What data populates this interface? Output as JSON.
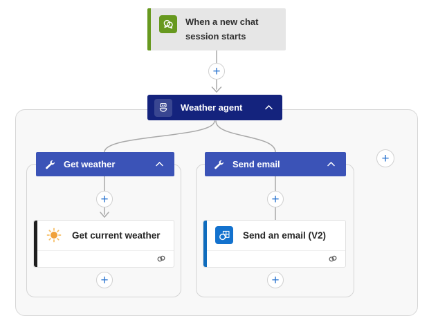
{
  "colors": {
    "navy": "#14237d",
    "royal": "#3b53b7",
    "green": "#67991f",
    "outlook": "#0f6cbd",
    "outlook-icon": "#1372ce",
    "plus": "#2e77d0",
    "line": "#a8a8a8",
    "trigger-bg": "#e6e6e6",
    "container-bg": "#f8f8f8",
    "border": "#d6d6d6",
    "sun": "#f0a13a",
    "sun-ray": "#f6bd62",
    "text-dark": "#2f2f2f",
    "black-bar": "#1f1f1f"
  },
  "trigger": {
    "label": "When a new chat session starts",
    "icon": "chat-bubbles-icon"
  },
  "agent": {
    "label": "Weather agent",
    "icon": "robot-icon",
    "collapse_icon": "chevron-up-icon"
  },
  "tools": [
    {
      "label": "Get weather",
      "icon": "wrench-icon",
      "collapse_icon": "chevron-up-icon",
      "action": {
        "label": "Get current weather",
        "icon": "sun-icon",
        "connection_icon": "link-icon"
      }
    },
    {
      "label": "Send email",
      "icon": "wrench-icon",
      "collapse_icon": "chevron-up-icon",
      "action": {
        "label": "Send an email (V2)",
        "icon": "outlook-icon",
        "connection_icon": "link-icon"
      }
    }
  ],
  "icons": {
    "plus_glyph": "+"
  }
}
